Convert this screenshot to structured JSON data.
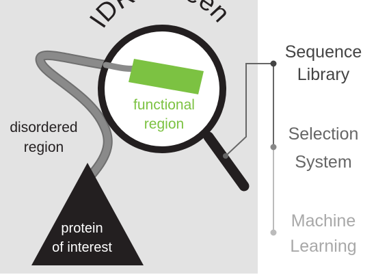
{
  "title": "IDR-Screen",
  "labels": {
    "disordered_region": [
      "disordered",
      "region"
    ],
    "functional_region": [
      "functional",
      "region"
    ],
    "protein": [
      "protein",
      "of interest"
    ]
  },
  "steps": [
    {
      "lines": [
        "Sequence",
        "Library"
      ],
      "color": "#444444"
    },
    {
      "lines": [
        "Selection",
        "System"
      ],
      "color": "#666666"
    },
    {
      "lines": [
        "Machine",
        "Learning"
      ],
      "color": "#a8a8a8"
    }
  ],
  "colors": {
    "left_panel": "#e3e3e3",
    "accent_green": "#7cc242",
    "dark": "#231f20",
    "chain_gray": "#808080"
  }
}
